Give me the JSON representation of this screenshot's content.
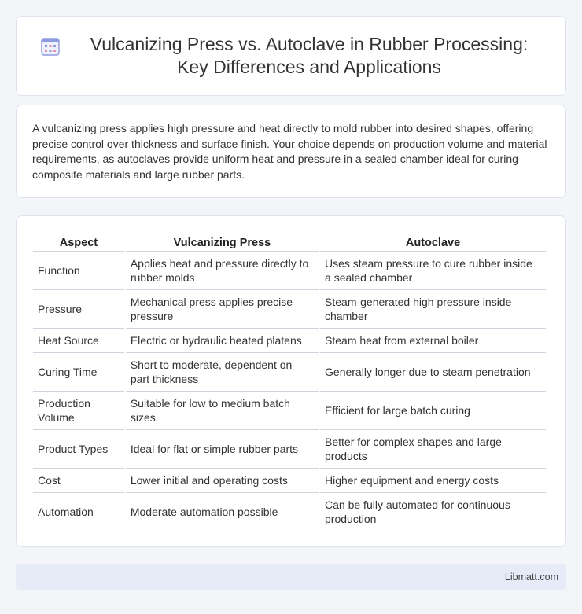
{
  "header": {
    "icon": "calendar-grid-icon",
    "title": "Vulcanizing Press vs. Autoclave in Rubber Processing: Key Differences and Applications"
  },
  "intro": {
    "text": "A vulcanizing press applies high pressure and heat directly to mold rubber into desired shapes, offering precise control over thickness and surface finish. Your choice depends on production volume and material requirements, as autoclaves provide uniform heat and pressure in a sealed chamber ideal for curing composite materials and large rubber parts."
  },
  "table": {
    "headers": [
      "Aspect",
      "Vulcanizing Press",
      "Autoclave"
    ],
    "rows": [
      [
        "Function",
        "Applies heat and pressure directly to rubber molds",
        "Uses steam pressure to cure rubber inside a sealed chamber"
      ],
      [
        "Pressure",
        "Mechanical press applies precise pressure",
        "Steam-generated high pressure inside chamber"
      ],
      [
        "Heat Source",
        "Electric or hydraulic heated platens",
        "Steam heat from external boiler"
      ],
      [
        "Curing Time",
        "Short to moderate, dependent on part thickness",
        "Generally longer due to steam penetration"
      ],
      [
        "Production Volume",
        "Suitable for low to medium batch sizes",
        "Efficient for large batch curing"
      ],
      [
        "Product Types",
        "Ideal for flat or simple rubber parts",
        "Better for complex shapes and large products"
      ],
      [
        "Cost",
        "Lower initial and operating costs",
        "Higher equipment and energy costs"
      ],
      [
        "Automation",
        "Moderate automation possible",
        "Can be fully automated for continuous production"
      ]
    ]
  },
  "footer": {
    "source": "Libmatt.com"
  }
}
